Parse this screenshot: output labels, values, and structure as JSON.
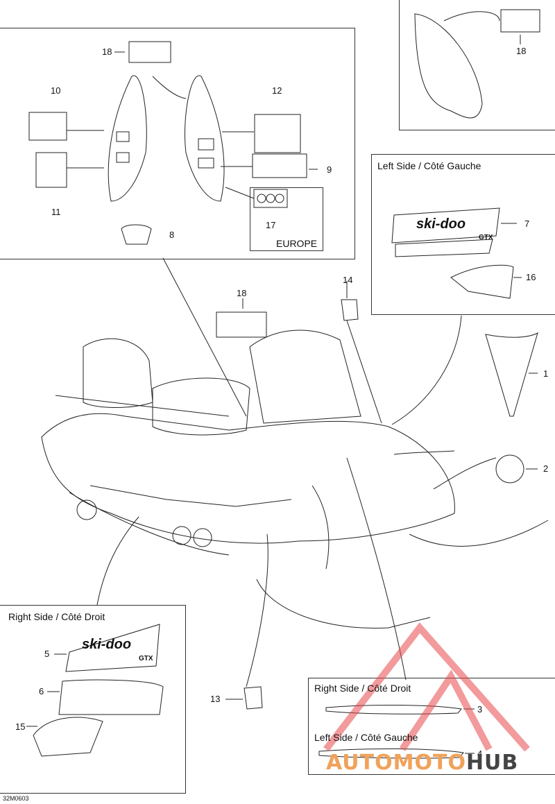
{
  "boxes": {
    "right_side_title": "Right Side / Côté Droit",
    "left_side_title": "Left Side / Côté Gauche",
    "region_label": "EUROPE"
  },
  "callouts": [
    "1",
    "2",
    "3",
    "4",
    "5",
    "6",
    "7",
    "8",
    "9",
    "10",
    "11",
    "12",
    "13",
    "14",
    "15",
    "16",
    "17",
    "18"
  ],
  "reference_code": "32M0603",
  "sticker_text": {
    "brand": "ski-doo",
    "model": "GTX"
  },
  "watermark": {
    "part1": "AUTOMOTO",
    "part2": "HUB"
  },
  "colors": {
    "line": "#222222",
    "watermark_red": "#e8494d",
    "watermark_orange": "#f0a25a"
  }
}
